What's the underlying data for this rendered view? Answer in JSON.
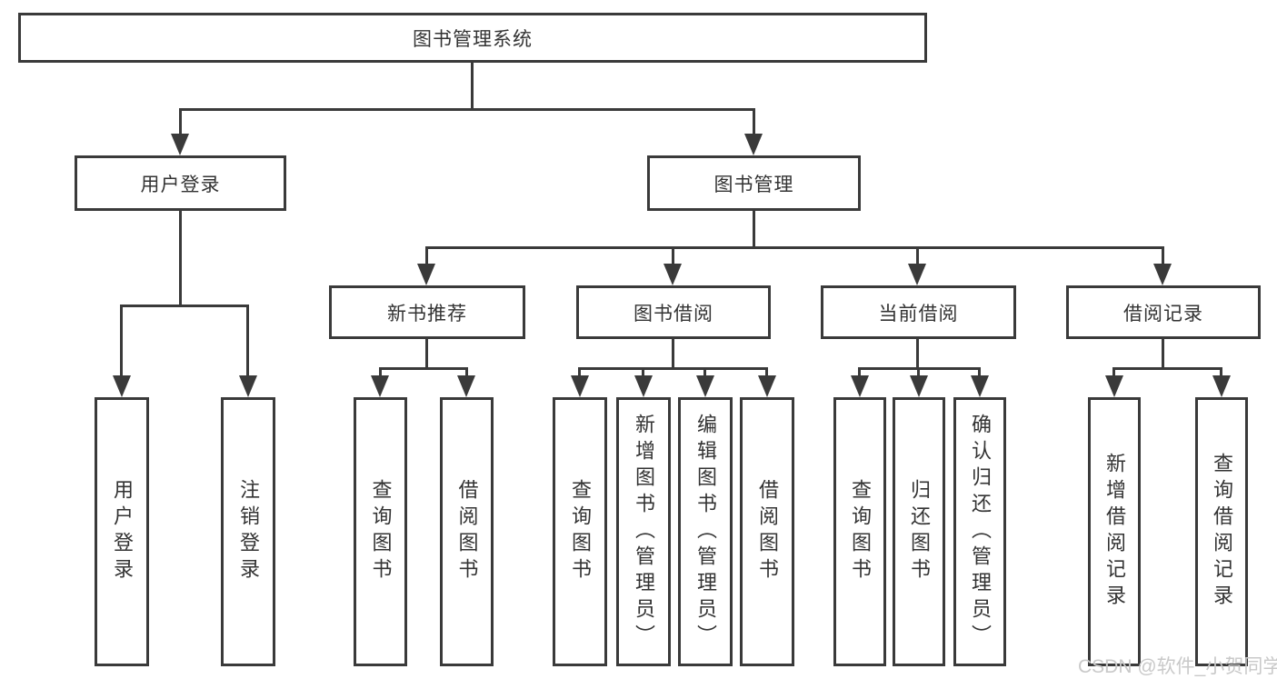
{
  "colors": {
    "line": "#3a3a3a",
    "text": "#333333",
    "watermark": "#c9c9c9",
    "background": "#ffffff"
  },
  "root": {
    "label": "图书管理系统"
  },
  "level2": [
    {
      "label": "用户登录"
    },
    {
      "label": "图书管理"
    }
  ],
  "level3": [
    {
      "label": "新书推荐"
    },
    {
      "label": "图书借阅"
    },
    {
      "label": "当前借阅"
    },
    {
      "label": "借阅记录"
    }
  ],
  "leaves": [
    {
      "label": "用户登录"
    },
    {
      "label": "注销登录"
    },
    {
      "label": "查询图书"
    },
    {
      "label": "借阅图书"
    },
    {
      "label": "查询图书"
    },
    {
      "label": "新增图书（管理员）"
    },
    {
      "label": "编辑图书（管理员）"
    },
    {
      "label": "借阅图书"
    },
    {
      "label": "查询图书"
    },
    {
      "label": "归还图书"
    },
    {
      "label": "确认归还（管理员）"
    },
    {
      "label": "新增借阅记录"
    },
    {
      "label": "查询借阅记录"
    }
  ],
  "watermark": {
    "text": "CSDN @软件_小贺同学"
  }
}
